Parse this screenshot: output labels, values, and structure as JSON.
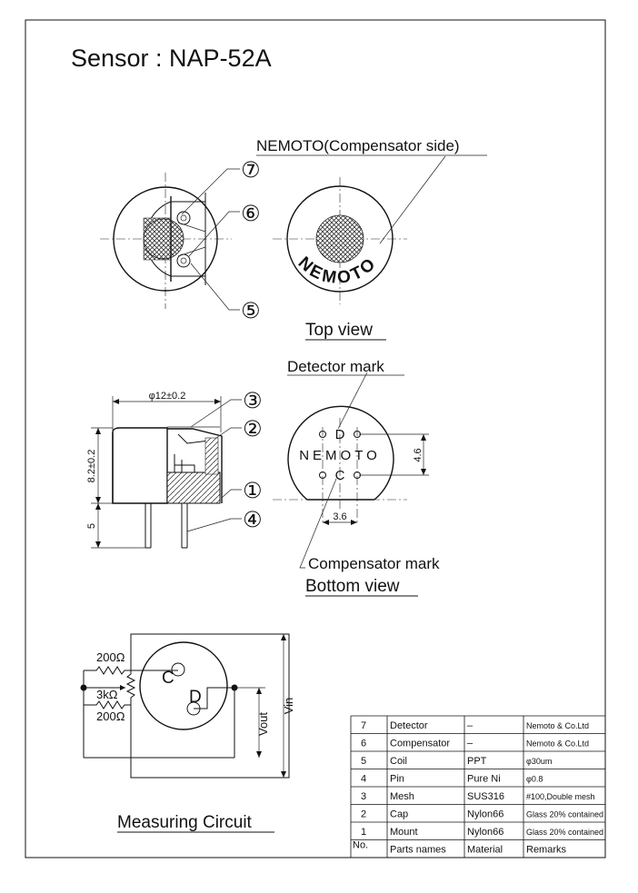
{
  "title": "Sensor : NAP-52A",
  "top_view": {
    "caption": "Top view",
    "nemoto_label": "NEMOTO(Compensator side)",
    "arc_text": "NEMOTO",
    "callouts": [
      "⑦",
      "⑥",
      "⑤"
    ]
  },
  "side_view": {
    "dim_diameter": "φ12±0.2",
    "dim_height": "8.2±0.2",
    "dim_pin": "5",
    "callouts": [
      "③",
      "②",
      "①",
      "④"
    ]
  },
  "bottom_view": {
    "caption": "Bottom view",
    "detector_mark": "Detector mark",
    "compensator_mark": "Compensator mark",
    "brand": "NEMOTO",
    "mark_d": "D",
    "mark_c": "C",
    "dim_vertical": "4.6",
    "dim_horizontal": "3.6"
  },
  "circuit": {
    "caption": "Measuring Circuit",
    "r_top": "200Ω",
    "r_pot": "3kΩ",
    "r_bottom": "200Ω",
    "label_c": "C",
    "label_d": "D",
    "vout": "Vout",
    "vin": "Vin"
  },
  "parts_table": {
    "headers": [
      "No.",
      "Parts names",
      "Material",
      "Remarks"
    ],
    "rows": [
      [
        "7",
        "Detector",
        "–",
        "Nemoto & Co.Ltd"
      ],
      [
        "6",
        "Compensator",
        "–",
        "Nemoto & Co.Ltd"
      ],
      [
        "5",
        "Coil",
        "PPT",
        "φ30um"
      ],
      [
        "4",
        "Pin",
        "Pure Ni",
        "φ0.8"
      ],
      [
        "3",
        "Mesh",
        "SUS316",
        "#100,Double mesh"
      ],
      [
        "2",
        "Cap",
        "Nylon66",
        "Glass 20% contained"
      ],
      [
        "1",
        "Mount",
        "Nylon66",
        "Glass 20% contained"
      ]
    ]
  }
}
